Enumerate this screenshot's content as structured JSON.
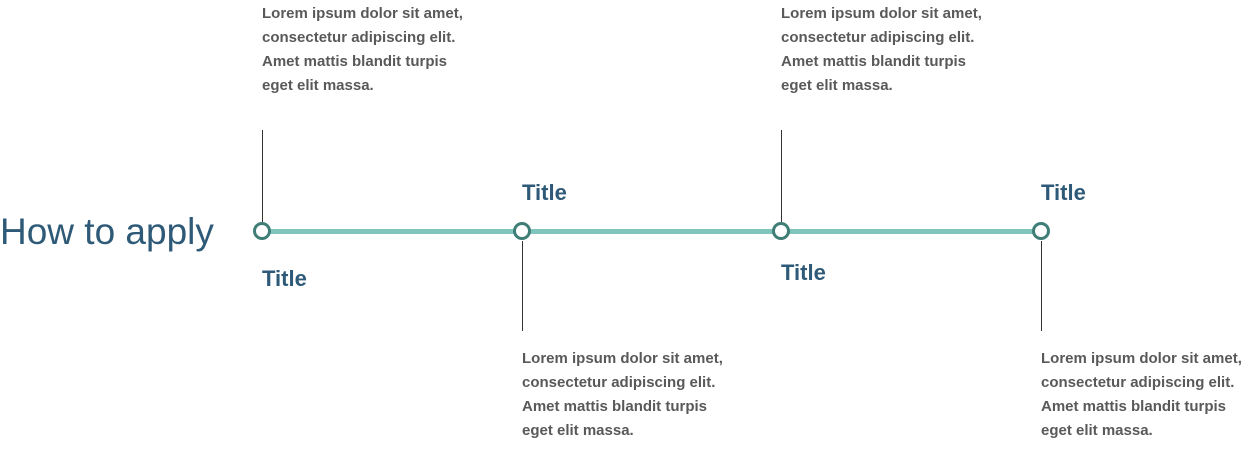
{
  "heading": "How to apply",
  "colors": {
    "heading": "#2e5a78",
    "timeline_line": "#7fc4bd",
    "marker": "#3f7e76",
    "description": "#595959"
  },
  "steps": [
    {
      "title": "Title",
      "description": "Lorem ipsum dolor sit amet, consectetur adipiscing elit. Amet mattis blandit turpis eget elit massa."
    },
    {
      "title": "Title",
      "description": "Lorem ipsum dolor sit amet, consectetur adipiscing elit. Amet mattis blandit turpis eget elit massa."
    },
    {
      "title": "Title",
      "description": "Lorem ipsum dolor sit amet, consectetur adipiscing elit. Amet mattis blandit turpis eget elit massa."
    },
    {
      "title": "Title",
      "description": "Lorem ipsum dolor sit amet, consectetur adipiscing elit. Amet mattis blandit turpis eget elit massa."
    }
  ]
}
